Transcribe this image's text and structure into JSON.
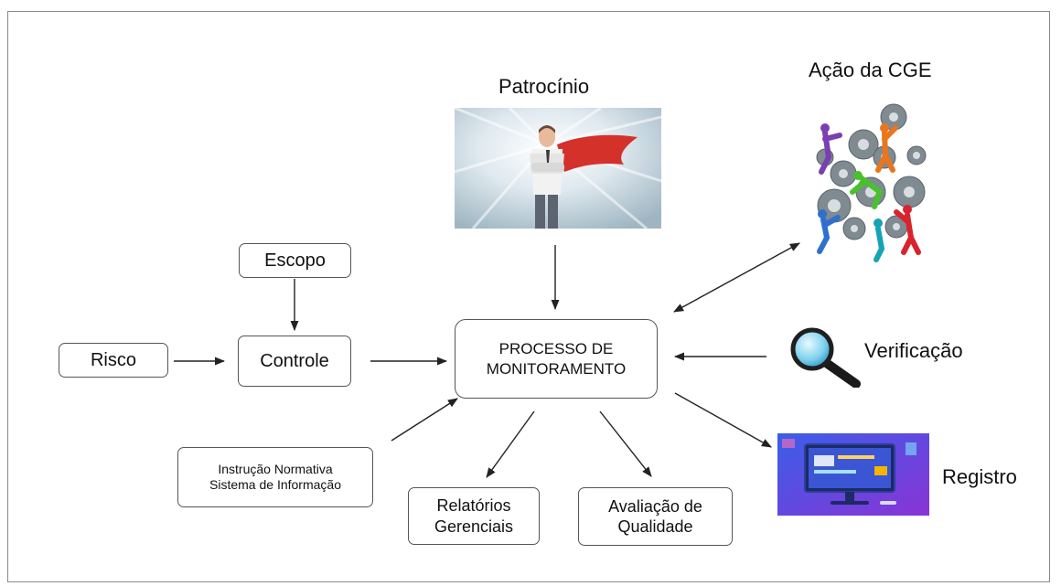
{
  "nodes": {
    "escopo": "Escopo",
    "risco": "Risco",
    "controle": "Controle",
    "processo_line1": "PROCESSO DE",
    "processo_line2": "MONITORAMENTO",
    "instrucao_line1": "Instrução Normativa",
    "instrucao_line2": "Sistema de Informação",
    "relatorios_line1": "Relatórios",
    "relatorios_line2": "Gerenciais",
    "avaliacao_line1": "Avaliação de",
    "avaliacao_line2": "Qualidade"
  },
  "labels": {
    "patrocinio": "Patrocínio",
    "acao_cge": "Ação da CGE",
    "verificacao": "Verificação",
    "registro": "Registro"
  },
  "images": {
    "patrocinio": "superhero-businessman-image",
    "acao_cge": "gears-teamwork-image",
    "verificacao": "magnifying-glass-icon",
    "registro": "computer-screen-image"
  },
  "colors": {
    "border": "#555555",
    "arrow": "#222222",
    "frame": "#8a8a8a"
  }
}
